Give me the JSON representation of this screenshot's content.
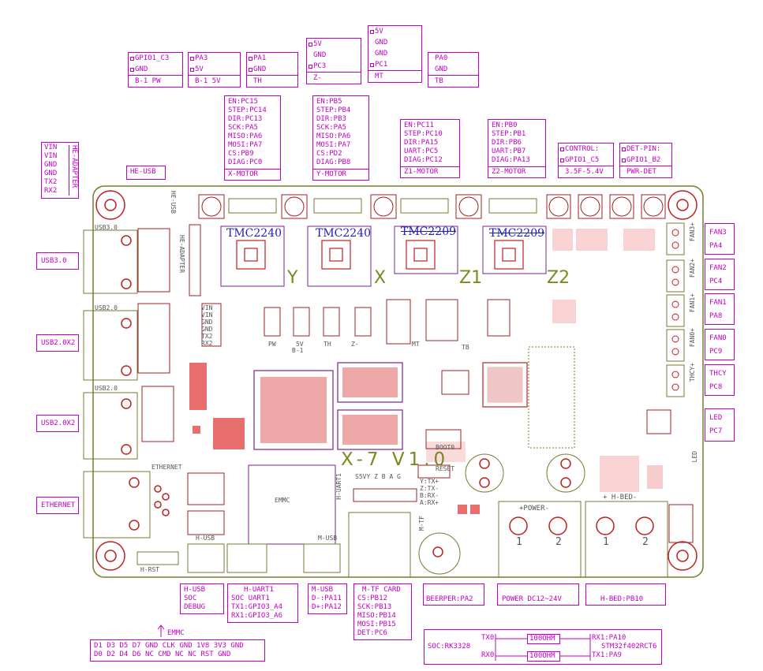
{
  "top_boxes": {
    "b1pw": [
      "GPIO1_C3",
      "GND",
      "B-1 PW"
    ],
    "b15v": [
      "PA3",
      "5V",
      "B-1 5V"
    ],
    "th": [
      "PA1",
      "GND",
      "TH"
    ],
    "zminus": [
      "5V",
      "GND",
      "PC3",
      "Z-"
    ],
    "mt": [
      "5V",
      "GND",
      "GND",
      "PC1",
      "MT"
    ],
    "tb": [
      "PA0",
      "GND",
      "TB"
    ]
  },
  "motors": {
    "x": {
      "lines": [
        "EN:PC15",
        "STEP:PC14",
        "DIR:PC13",
        "SCK:PA5",
        "MISO:PA6",
        "MOSI:PA7",
        "CS:PB9",
        "DIAG:PC0"
      ],
      "footer": "X-MOTOR"
    },
    "y": {
      "lines": [
        "EN:PB5",
        "STEP:PB4",
        "DIR:PB3",
        "SCK:PA5",
        "MISO:PA6",
        "MOSI:PA7",
        "CS:PD2",
        "DIAG:PB8"
      ],
      "footer": "Y-MOTOR"
    },
    "z1": {
      "lines": [
        "EN:PC11",
        "STEP:PC10",
        "DIR:PA15",
        "UART:PC5",
        "DIAG:PC12"
      ],
      "footer": "Z1-MOTOR"
    },
    "z2": {
      "lines": [
        "EN:PB0",
        "STEP:PB1",
        "DIR:PB6",
        "UART:PB7",
        "DIAG:PA13"
      ],
      "footer": "Z2-MOTOR"
    }
  },
  "control": {
    "lines": [
      "CONTROL:",
      "GPIO1_C5"
    ],
    "footer": "3.5F-5.4V"
  },
  "pwrdet": {
    "lines": [
      "DET-PIN:",
      "GPIO1_B2"
    ],
    "footer": "PWR-DET"
  },
  "he_adapter": {
    "pins": [
      "VIN",
      "VIN",
      "GND",
      "GND",
      "TX2",
      "RX2"
    ],
    "title": "HE-ADAPTER"
  },
  "he_usb": "HE-USB",
  "left_labels": {
    "usb30": "USB3.0",
    "usb20a": "USB2.0X2",
    "usb20b": "USB2.0X2",
    "ethernet": "ETHERNET"
  },
  "right_boxes": {
    "fan3": [
      "FAN3",
      "PA4"
    ],
    "fan2": [
      "FAN2",
      "PC4"
    ],
    "fan1": [
      "FAN1",
      "PA8"
    ],
    "fan0": [
      "FAN0",
      "PC9"
    ],
    "thcy": [
      "THCY",
      "PC8"
    ],
    "led": [
      "LED",
      "PC7"
    ]
  },
  "drivers": {
    "x": "TMC2240",
    "y": "TMC2240",
    "z1": "TMC2209",
    "z2": "TMC2209"
  },
  "axis_letters": {
    "y": "Y",
    "x": "X",
    "z1": "Z1",
    "z2": "Z2"
  },
  "board_title": "X-7 V1.0",
  "silk": {
    "usb30": "USB3.0",
    "usb20a": "USB2.0",
    "usb20b": "USB2.0",
    "ethernet": "ETHERNET",
    "heusb": "HE-USB",
    "headapter": "HE-ADAPTER",
    "hrst": "H-RST",
    "husb": "H-USB",
    "musb": "M-USB",
    "emmc": "EMMC",
    "huart1": "H-UART1",
    "mtf": "M-TF",
    "boot0": "BOOT0",
    "reset": "RESET",
    "power": "+POWER-",
    "hbed": "+ H-BED-",
    "led": "LED",
    "uart_hdr": "S5VY  Z  B  A  G",
    "uart_pins": [
      "Y:TX+",
      "Z:TX-",
      "B:RX-",
      "A:RX+"
    ],
    "pw": "PW",
    "v5": "5V",
    "th": "TH",
    "zm": "Z-",
    "mt": "MT",
    "tb": "TB",
    "b1": "B-1",
    "fans": [
      "FAN3+",
      "FAN2+",
      "FAN1+",
      "FAN0+",
      "THCY+"
    ],
    "term_nums": [
      "1",
      "2",
      "1",
      "2"
    ],
    "vin_pins": [
      "VIN",
      "VIN",
      "GND",
      "GND",
      "TX2",
      "RX2"
    ]
  },
  "bottom": {
    "husb": [
      "H-USB",
      "SOC",
      "DEBUG"
    ],
    "huart1": [
      "H-UART1",
      "SOC UART1",
      "TX1:GPIO3_A4",
      "RX1:GPIO3_A6"
    ],
    "musb": [
      "M-USB",
      "D-:PA11",
      "D+:PA12"
    ],
    "mtf": [
      "M-TF CARD",
      "CS:PB12",
      "SCK:PB13",
      "MISO:PB14",
      "MOSI:PB15",
      "DET:PC6"
    ],
    "beeper": "BEERPER:PA2",
    "power": "POWER DC12~24V",
    "hbed": "H-BED:PB10",
    "emmc_label": "EMMC",
    "emmc_row1": "D1 D3 D5 D7 GND CLK GND 1V8 3V3 GND",
    "emmc_row2": "D0 D2 D4 D6 NC  CMD NC  NC  RST GND",
    "soc": "SOC:RK3328",
    "tx0": "TX0",
    "rx0": "RX0",
    "res1": "100OHM",
    "res2": "100OHM",
    "rx1": "RX1:PA10",
    "mcu": "STM32f402RCT6",
    "tx1": "TX1:PA9"
  }
}
